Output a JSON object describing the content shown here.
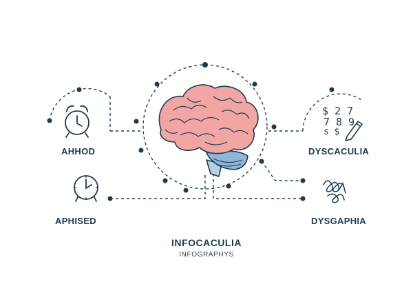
{
  "labels": {
    "ahhod": "AHHOD",
    "aphised": "APHISED",
    "dyscaculia": "DYSCACULIA",
    "dysgaphia": "DYSGAPHIA"
  },
  "title": "INFOCACULIA",
  "subtitle": "INFOGRAPHYS",
  "icons": {
    "top_left": "alarm-clock-icon",
    "bottom_left": "wall-clock-icon",
    "top_right": "numbers-and-pencil-icon",
    "bottom_right": "scribble-icon",
    "center": "brain-icon"
  },
  "numbers_icon_text": {
    "row1": "$ 2 7",
    "row2": "7 8 9",
    "row3": "s $"
  },
  "colors": {
    "line": "#1f3a4d",
    "cerebrum": "#f2a6a3",
    "cerebellum": "#8fb6d6",
    "brainstem": "#b8d0e6"
  }
}
